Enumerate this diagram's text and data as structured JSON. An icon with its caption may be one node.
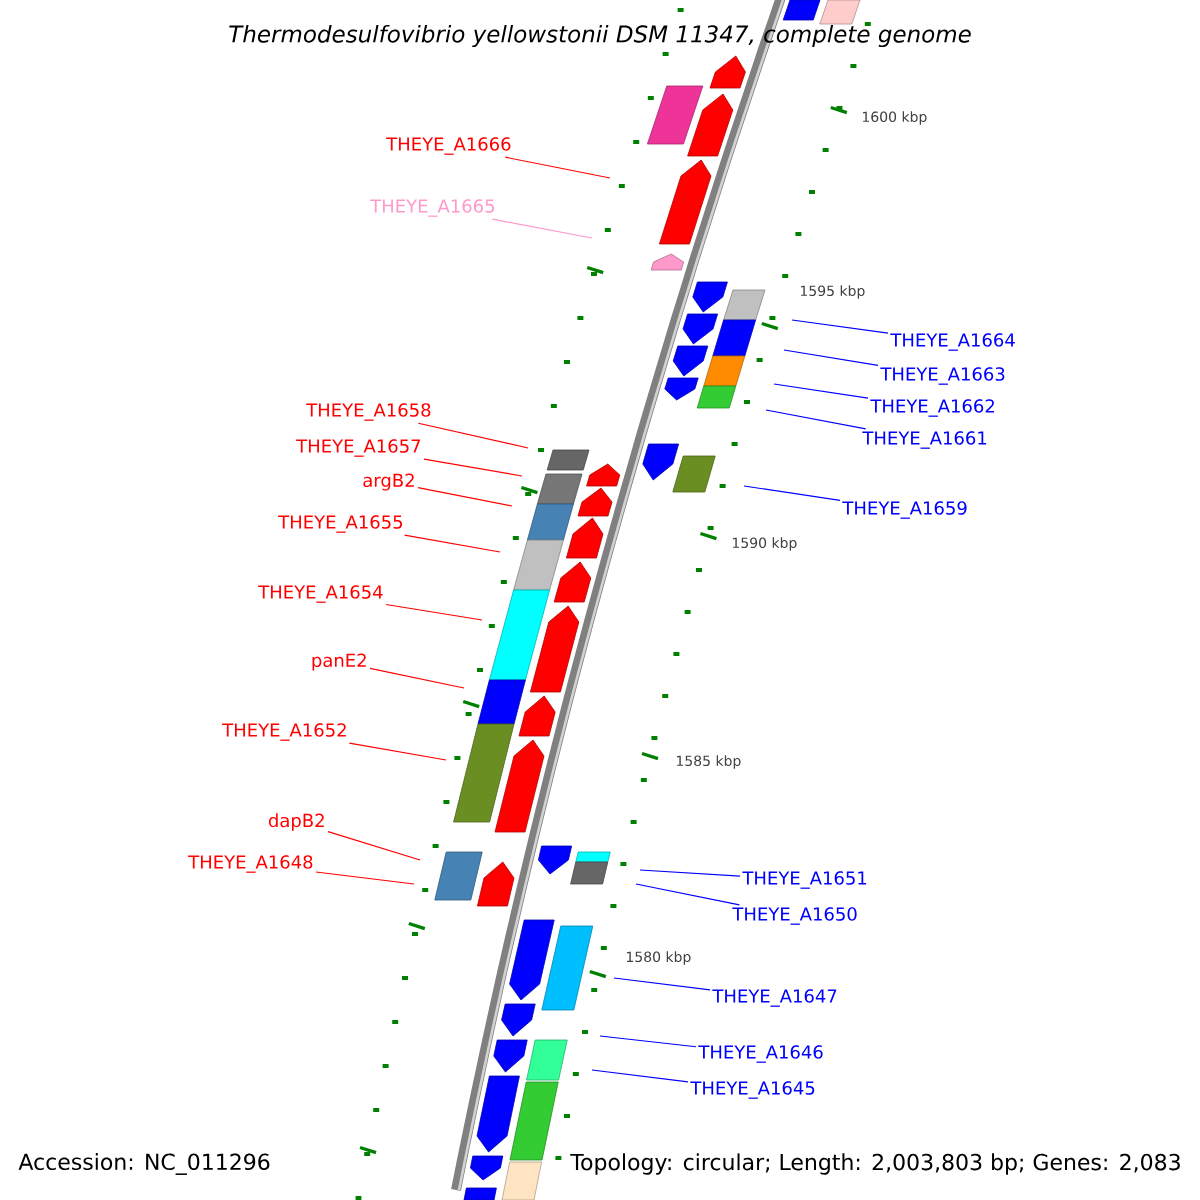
{
  "diagram": {
    "title": "*Thermodesulfovibrio yellowstonii DSM 11347, complete genome*",
    "nodes": [
      {
        "text": [
          "THEYE_A1666"
        ]
      },
      {
        "text": [
          "THEYE_A1665"
        ]
      },
      {
        "text": [
          "THEYE_A1658"
        ]
      },
      {
        "text": [
          "THEYE_A1657"
        ]
      },
      {
        "text": [
          "argB2"
        ]
      },
      {
        "text": [
          "THEYE_A1655"
        ]
      },
      {
        "text": [
          "THEYE_A1654"
        ]
      },
      {
        "text": [
          "panE2"
        ]
      },
      {
        "text": [
          "THEYE_A1652"
        ]
      },
      {
        "text": [
          "dapB2"
        ]
      },
      {
        "text": [
          "THEYE_A1648"
        ]
      },
      {
        "text": [
          "THEYE_A1664"
        ]
      },
      {
        "text": [
          "THEYE_A1663"
        ]
      },
      {
        "text": [
          "THEYE_A1662"
        ]
      },
      {
        "text": [
          "THEYE_A1661"
        ]
      },
      {
        "text": [
          "THEYE_A1659"
        ]
      },
      {
        "text": [
          "THEYE_A1651"
        ]
      },
      {
        "text": [
          "THEYE_A1650"
        ]
      },
      {
        "text": [
          "THEYE_A1647"
        ]
      },
      {
        "text": [
          "THEYE_A1646"
        ]
      },
      {
        "text": [
          "THEYE_A1645"
        ]
      }
    ],
    "edges": [
      {
        "from": 0,
        "to": null,
        "arrow": "none"
      },
      {
        "from": 1,
        "to": null,
        "arrow": "none",
        "color": "#ff99cc"
      },
      {
        "from": 2,
        "to": null,
        "arrow": "none"
      },
      {
        "from": 3,
        "to": null,
        "arrow": "none"
      },
      {
        "from": 4,
        "to": null,
        "arrow": "none"
      },
      {
        "from": 5,
        "to": null,
        "arrow": "none"
      },
      {
        "from": 6,
        "to": null,
        "arrow": "none"
      },
      {
        "from": 7,
        "to": null,
        "arrow": "none"
      },
      {
        "from": 8,
        "to": null,
        "arrow": "none"
      },
      {
        "from": 9,
        "to": null,
        "arrow": "none"
      },
      {
        "from": 10,
        "to": null,
        "arrow": "none"
      },
      {
        "from": 11,
        "to": null,
        "arrow": "none",
        "color": "#0000ff"
      },
      {
        "from": 12,
        "to": null,
        "arrow": "none",
        "color": "#0000ff"
      },
      {
        "from": 13,
        "to": null,
        "arrow": "none",
        "color": "#0000ff"
      },
      {
        "from": 14,
        "to": null,
        "arrow": "none",
        "color": "#0000ff"
      },
      {
        "from": 15,
        "to": null,
        "arrow": "none",
        "color": "#0000ff"
      },
      {
        "from": 16,
        "to": null,
        "arrow": "none",
        "color": "#0000ff"
      },
      {
        "from": 17,
        "to": null,
        "arrow": "none",
        "color": "#0000ff"
      },
      {
        "from": 18,
        "to": null,
        "arrow": "none",
        "color": "#0000ff"
      },
      {
        "from": 19,
        "to": null,
        "arrow": "none",
        "color": "#0000ff"
      },
      {
        "from": 20,
        "to": null,
        "arrow": "none",
        "color": "#0000ff"
      }
    ],
    "labels": [
      "1600 kbp",
      "1595 kbp",
      "1590 kbp",
      "1585 kbp",
      "1580 kbp",
      "Accession: NC_011296",
      "Topology: circular; Length: 2,003,803 bp; Genes: 2,083"
    ]
  }
}
